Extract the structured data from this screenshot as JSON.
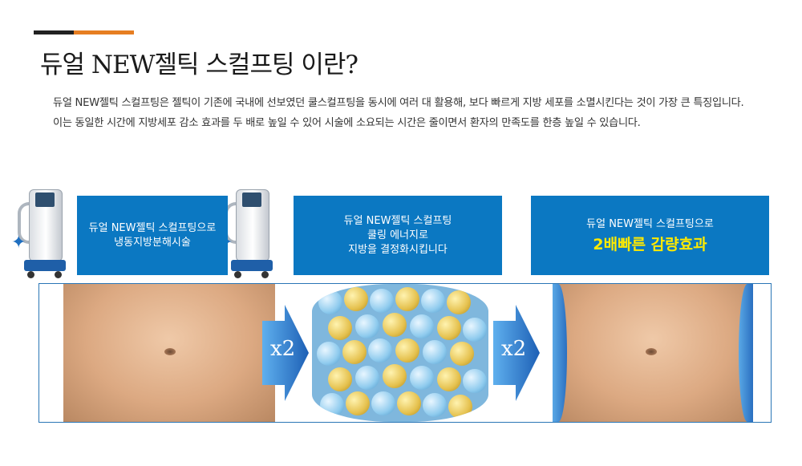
{
  "header": {
    "title": "듀얼 NEW젤틱 스컬프팅 이란?"
  },
  "description": {
    "text": "듀얼 NEW젤틱 스컬프팅은 젤틱이 기존에 국내에 선보였던 쿨스컬프팅을 동시에 여러 대 활용해, 보다 빠르게 지방 세포를 소멸시킨다는 것이 가장 큰 특징입니다. 이는 동일한 시간에 지방세포 감소 효과를 두 배로 높일 수 있어 시술에 소요되는 시간은 줄이면서 환자의 만족도를 한층 높일 수 있습니다."
  },
  "steps": [
    {
      "line1": "듀얼 NEW젤틱 스컬프팅으로",
      "line2": "냉동지방분해시술"
    },
    {
      "line1": "듀얼 NEW젤틱 스컬프팅",
      "line2": "쿨링 에너지로",
      "line3": "지방을 결정화시킵니다"
    },
    {
      "line1": "듀얼 NEW젤틱 스컬프팅으로",
      "highlight": "2배빠른 감량효과"
    }
  ],
  "arrows": [
    {
      "label": "x2"
    },
    {
      "label": "x2"
    }
  ],
  "colors": {
    "accent_dark": "#222222",
    "accent_orange": "#e67e22",
    "box_blue": "#0b78c2",
    "highlight_yellow": "#ffea00",
    "frame_border": "#2a76b6"
  },
  "icons": {
    "machine": "coolsculpting-machine-icon",
    "arrow": "right-arrow-icon"
  }
}
